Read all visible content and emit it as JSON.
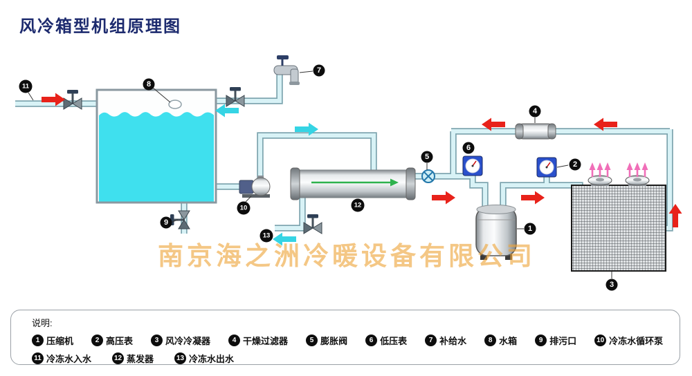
{
  "title": "风冷箱型机组原理图",
  "watermark": "南京海之洲冷暖设备有限公司",
  "legend": {
    "heading": "说明:",
    "rows": [
      {
        "items": [
          {
            "num": "1",
            "label": "压缩机"
          },
          {
            "num": "2",
            "label": "高压表"
          },
          {
            "num": "3",
            "label": "风冷冷凝器"
          },
          {
            "num": "4",
            "label": "干燥过滤器"
          },
          {
            "num": "5",
            "label": "膨胀阀"
          },
          {
            "num": "6",
            "label": "低压表"
          },
          {
            "num": "7",
            "label": "补给水"
          },
          {
            "num": "8",
            "label": "水箱"
          },
          {
            "num": "9",
            "label": "排污口"
          },
          {
            "num": "10",
            "label": "冷冻水循环泵"
          }
        ]
      },
      {
        "items": [
          {
            "num": "11",
            "label": "冷冻水入水"
          },
          {
            "num": "12",
            "label": "蒸发器"
          },
          {
            "num": "13",
            "label": "冷冻水出水"
          }
        ]
      }
    ]
  },
  "colors": {
    "title": "#1c2a6e",
    "water": "#3fe0ee",
    "pipe_fill": "#d8f2f6",
    "pipe_outline": "#7fa6b0",
    "flow_red": "#e8221a",
    "flow_cyan": "#35d4e4",
    "flow_green": "#2eb24d",
    "fan_pink": "#f06eb8",
    "gauge_blue": "#2a50cc",
    "watermark_orange": "#eea43a",
    "badge_black": "#0d0d0d"
  }
}
